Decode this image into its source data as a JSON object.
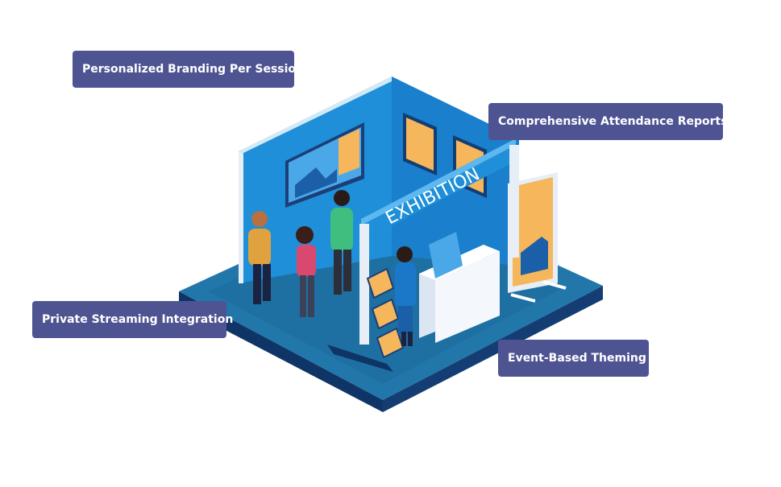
{
  "illustration": {
    "arch_sign": "EXHIBITION",
    "colors": {
      "wall_blue": "#1e8fd8",
      "wall_dark": "#1466b3",
      "floor_blue": "#2277aa",
      "floor_edge": "#0f3566",
      "panel_gold": "#f5b65c",
      "badge_bg": "#4e5492"
    }
  },
  "labels": {
    "branding": "Personalized Branding Per Session",
    "attendance": "Comprehensive Attendance Reports",
    "streaming": "Private Streaming Integration",
    "theming": "Event-Based Theming"
  }
}
